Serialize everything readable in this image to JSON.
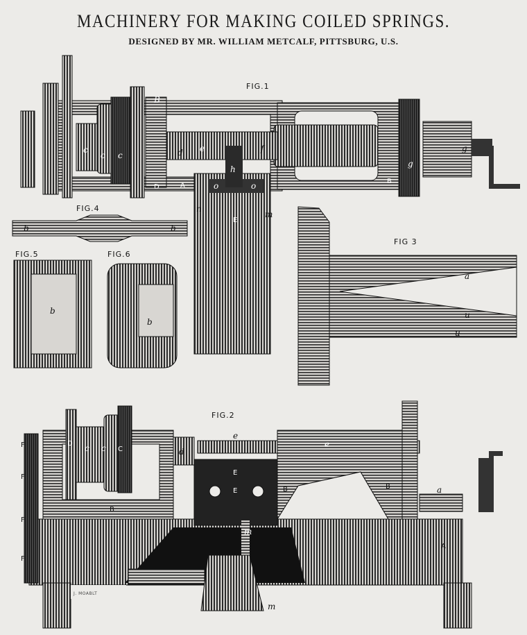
{
  "title": "MACHINERY FOR MAKING COILED SPRINGS.",
  "subtitle": "DESIGNED BY MR. WILLIAM METCALF, PITTSBURG, U.S.",
  "engraver_signature": "J. MOABLT",
  "figures": {
    "fig1": {
      "label": "FIG.1",
      "letters": [
        "B",
        "c",
        "c",
        "c",
        "d",
        "e",
        "h",
        "f",
        "g",
        "g",
        "B",
        "D",
        "A",
        "o",
        "o",
        "n",
        "E",
        "m"
      ]
    },
    "fig2": {
      "label": "FIG.2",
      "letters": [
        "F",
        "F",
        "F",
        "F",
        "D",
        "c",
        "c",
        "C",
        "d",
        "e",
        "e",
        "E",
        "E",
        "B",
        "B",
        "B",
        "a",
        "A",
        "m",
        "m"
      ]
    },
    "fig3": {
      "label": "FIG 3",
      "letters": [
        "a",
        "u",
        "u"
      ]
    },
    "fig4": {
      "label": "FIG.4",
      "letters": [
        "b",
        "b"
      ]
    },
    "fig5": {
      "label": "FIG.5",
      "letters": [
        "b"
      ]
    },
    "fig6": {
      "label": "FIG.6",
      "letters": [
        "b"
      ]
    }
  },
  "colors": {
    "paper": "#ecebe8",
    "ink": "#1a1a1a"
  }
}
